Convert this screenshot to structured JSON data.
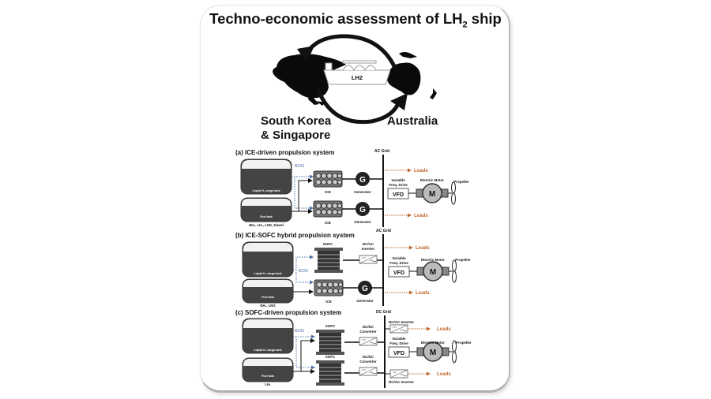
{
  "title": {
    "main": "Techno-economic assessment of LH",
    "sub": "2",
    "suffix": " ship"
  },
  "map": {
    "ship_label": "LH2",
    "origin_label_line1": "South Korea",
    "origin_label_line2": "& Singapore",
    "destination_label": "Australia"
  },
  "panels": [
    {
      "heading": "(a) ICE-driven propulsion system",
      "grid_label": "AC Grid",
      "cargo_tank": "Liquid H₂ cargo tank",
      "fuel_tank": "Fuel tank",
      "fuel_types": "NH₃, LH₂, LNG, Diesel",
      "bog": "BOG",
      "unit_top": "ICE",
      "unit_bottom": "ICE",
      "conv_top": "Generator",
      "conv_bottom": "Generator",
      "gen_symbol": "G",
      "loads_top": "Loads",
      "loads_bottom": "Loads",
      "vfd_caption1": "Variable",
      "vfd_caption2": "Freq. Drive",
      "vfd": "VFD",
      "motor_caption": "Electric Motor",
      "motor_symbol": "M",
      "propeller": "Propeller"
    },
    {
      "heading": "(b) ICE-SOFC hybrid propulsion system",
      "grid_label": "AC Grid",
      "cargo_tank": "Liquid H₂ cargo tank",
      "fuel_tank": "Fuel tank",
      "fuel_types": "NH₃, LNG",
      "bog": "BOG",
      "unit_top": "SOFC",
      "inverter1": "DC/AC",
      "inverter2": "Inverter",
      "unit_bottom": "ICE",
      "conv_bottom": "Generator",
      "gen_symbol": "G",
      "loads_top": "Loads",
      "loads_bottom": "Loads",
      "vfd_caption1": "Variable",
      "vfd_caption2": "Freq. Drive",
      "vfd": "VFD",
      "motor_caption": "Electric Motor",
      "motor_symbol": "M",
      "propeller": "Propeller"
    },
    {
      "heading": "(c) SOFC-driven propulsion system",
      "grid_label": "DC Grid",
      "cargo_tank": "Liquid H₂ cargo tank",
      "fuel_tank": "Fuel tank",
      "fuel_types": "LH₂",
      "bog": "BOG",
      "unit_top": "SOFC",
      "unit_bottom": "SOFC",
      "conv_top1": "DC/DC",
      "conv_top2": "Converter",
      "conv_bottom1": "DC/DC",
      "conv_bottom2": "Converter",
      "inverter_top": "DC/AC Inverter",
      "inverter_bottom": "DC/AC Inverter",
      "loads_top": "Loads",
      "loads_bottom": "Loads",
      "vfd_caption1": "Variable",
      "vfd_caption2": "Freq. Drive",
      "vfd": "VFD",
      "motor_caption": "Electric Motor",
      "motor_symbol": "M",
      "propeller": "Propeller"
    }
  ],
  "colors": {
    "bog": "#4a6fa5",
    "loads": "#c0652a",
    "tank": "#3a3a3a"
  }
}
